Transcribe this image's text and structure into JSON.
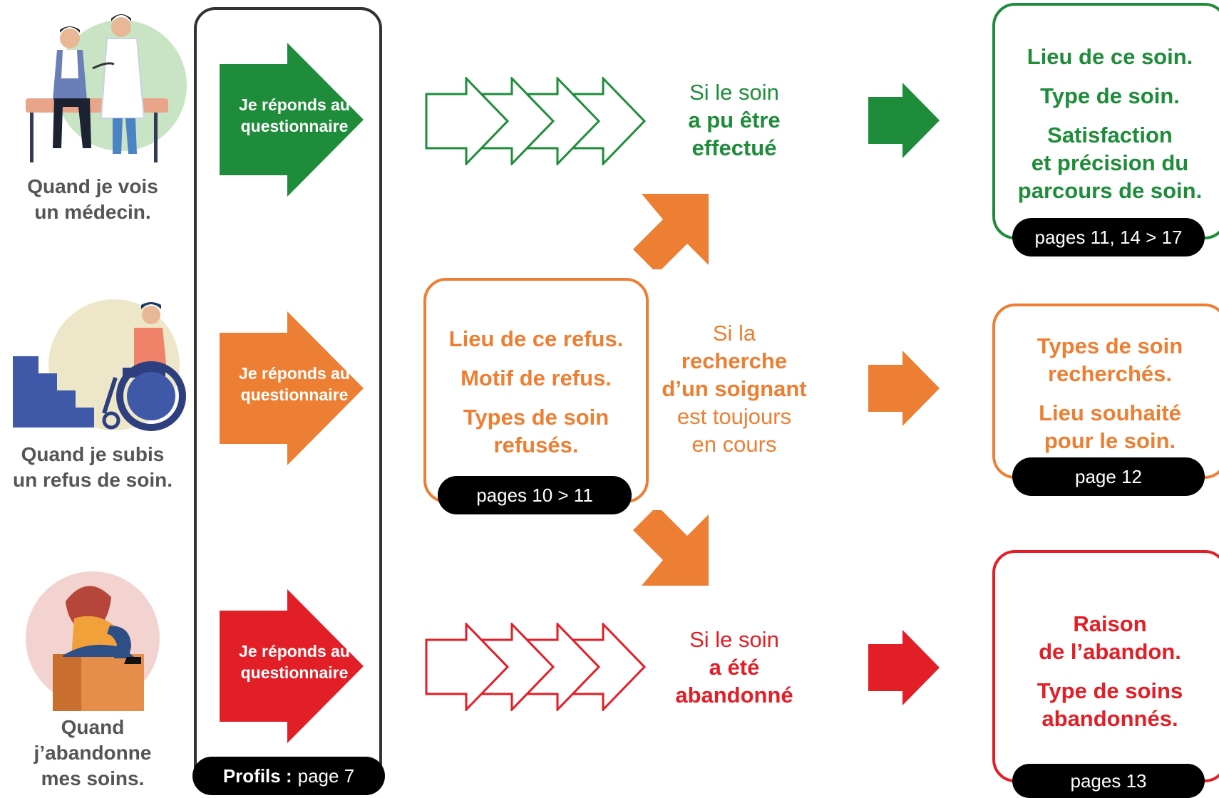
{
  "colors": {
    "green": "#1E8C3A",
    "orange": "#EC7F33",
    "red": "#E21E26",
    "dark": "#333333",
    "caption": "#555555"
  },
  "people": [
    {
      "caption": "Quand je vois\nun médecin.",
      "icon": "doctor-consultation-illustration"
    },
    {
      "caption": "Quand je subis\nun refus de soin.",
      "icon": "wheelchair-stairs-illustration"
    },
    {
      "caption": "Quand\nj’abandonne\nmes soins.",
      "icon": "sad-person-sitting-illustration"
    }
  ],
  "profiles": {
    "arrow_label": "Je réponds au\nquestionnaire",
    "pill_bold": "Profils :",
    "pill_text": "page 7"
  },
  "refusal_box": {
    "items": [
      "Lieu de ce refus.",
      "Motif de refus.",
      "Types de soin\nrefusés."
    ],
    "pages": "pages 10 > 11"
  },
  "conditions": {
    "done": {
      "line1": "Si le soin",
      "line2": "a pu être\neffectué"
    },
    "ongoing": {
      "line1": "Si la",
      "line2": "recherche\nd’un soignant",
      "line3": "est toujours\nen cours"
    },
    "abandoned": {
      "line1": "Si le soin",
      "line2": "a été\nabandonné"
    }
  },
  "results": {
    "green": {
      "items": [
        "Lieu de ce soin.",
        "Type de soin.",
        "Satisfaction\net précision du\nparcours de soin."
      ],
      "pages": "pages 11, 14 > 17"
    },
    "orange": {
      "items": [
        "Types de soin\nrecherchés.",
        "Lieu souhaité\npour le soin."
      ],
      "pages": "page 12"
    },
    "red": {
      "items": [
        "Raison\nde l’abandon.",
        "Type de soins\nabandonnés."
      ],
      "pages": "pages 13"
    }
  }
}
